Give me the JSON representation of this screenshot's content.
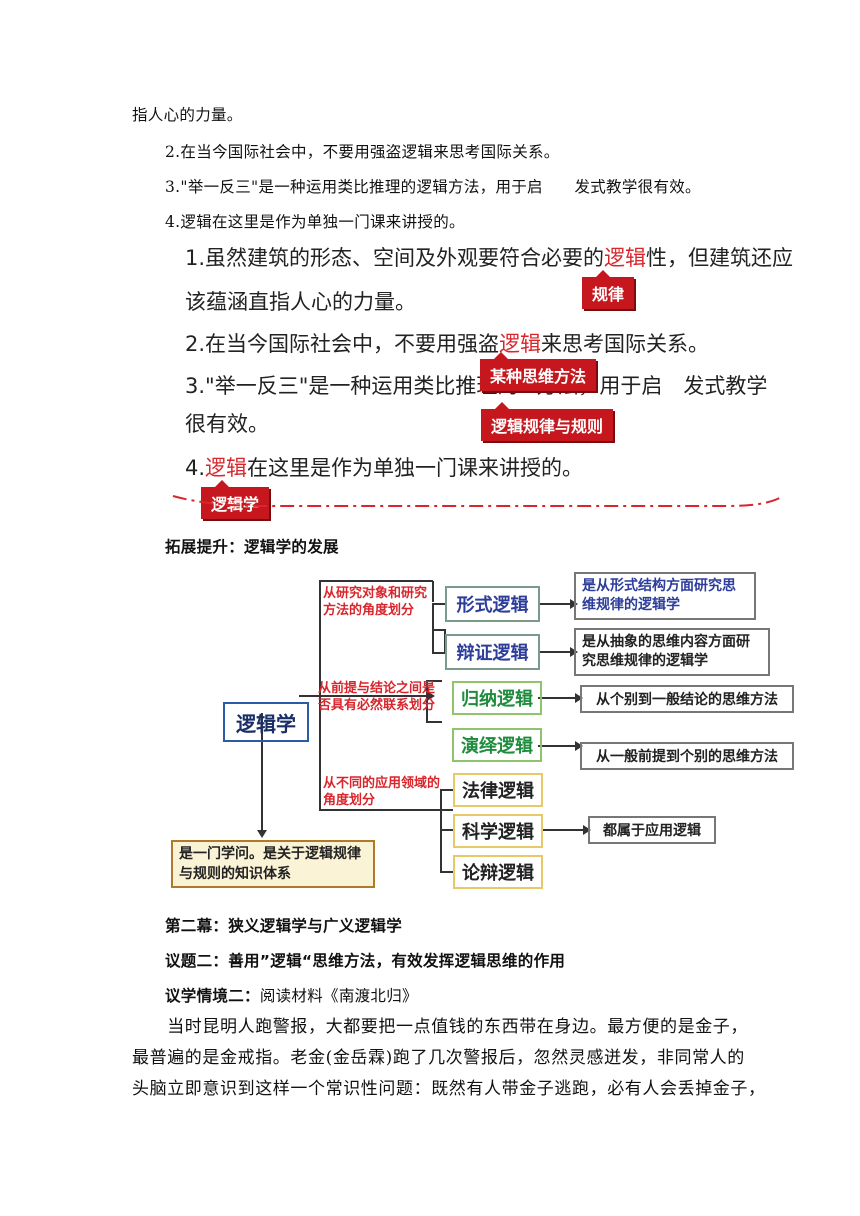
{
  "top_lines": [
    "指人心的力量。",
    "2.在当今国际社会中，不要用强盗逻辑来思考国际关系。",
    "3.\"举一反三\"是一种运用类比推理的逻辑方法，用于启　　发式教学很有效。",
    "4.逻辑在这里是作为单独一门课来讲授的。"
  ],
  "slide": {
    "l1a": "1.虽然建筑的形态、空间及外观要符合必要的",
    "l1b": "逻辑",
    "l1c": "性，但建筑还应",
    "l2": "该蕴涵直指人心的力量。",
    "l3a": "2.在当今国际社会中，不要用强盗",
    "l3b": "逻辑",
    "l3c": "来思考国际关系。",
    "l4a": "3.\"举一反三\"是一种运用类比推理的",
    "l4b": "方法，用于启　发式教学",
    "l5": "很有效。",
    "l6a": "4.",
    "l6b": "逻辑",
    "l6c": "在这里是作为单独一门课来讲授的。",
    "tags": [
      "规律",
      "某种思维方法",
      "逻辑规律与规则",
      "逻辑学"
    ]
  },
  "section_title": "拓展提升：逻辑学的发展",
  "diagram": {
    "root": "逻辑学",
    "root_desc": "是一门学问。是关于逻辑规律与规则的知识体系",
    "ann1": "从研究对象和研究方法的角度划分",
    "ann2": "从前提与结论之间是否具有必然联系划分",
    "ann3": "从不同的应用领域的角度划分",
    "nodes": [
      "形式逻辑",
      "辩证逻辑",
      "归纳逻辑",
      "演绎逻辑",
      "法律逻辑",
      "科学逻辑",
      "论辩逻辑"
    ],
    "descs": [
      "是从形式结构方面研究思维规律的逻辑学",
      "是从抽象的思维内容方面研究思维规律的逻辑学",
      "从个别到一般结论的思维方法",
      "从一般前提到个别的思维方法",
      "都属于应用逻辑"
    ]
  },
  "headings": [
    "第二幕：狭义逻辑学与广义逻辑学",
    "议题二：善用”逻辑“思维方法，有效发挥逻辑思维的作用"
  ],
  "situation_label": "议学情境二：",
  "situation_text": "阅读材料《南渡北归》",
  "paragraph": [
    "　　当时昆明人跑警报，大都要把一点值钱的东西带在身边。最方便的是金子，",
    "最普遍的是金戒指。老金(金岳霖)跑了几次警报后，忽然灵感迸发，非同常人的",
    "头脑立即意识到这样一个常识性问题：既然有人带金子逃跑，必有人会丢掉金子，"
  ]
}
